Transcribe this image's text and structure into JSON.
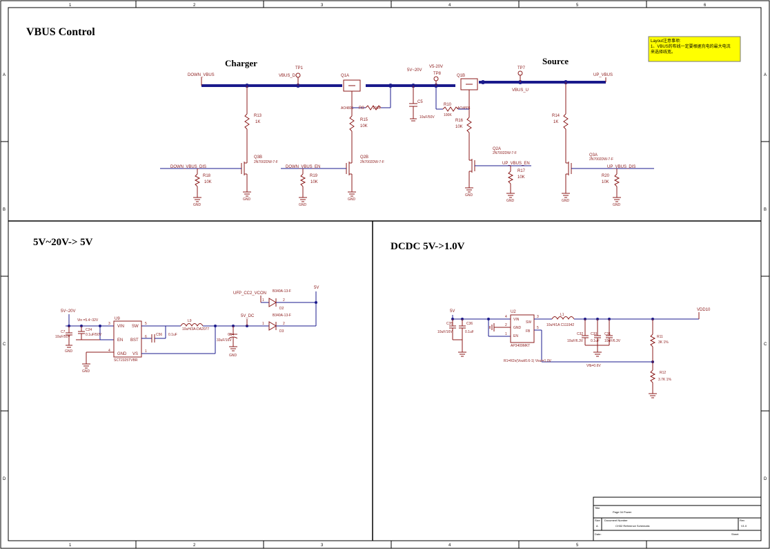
{
  "zones": {
    "cols": [
      "1",
      "2",
      "3",
      "4",
      "5",
      "6"
    ],
    "rows": [
      "A",
      "B",
      "C",
      "D"
    ]
  },
  "sections": {
    "vbus": "VBUS Control",
    "charger": "Charger",
    "source": "Source",
    "boost": "5V~20V-> 5V",
    "dcdc": "DCDC 5V->1.0V"
  },
  "note": {
    "l1": "Layout注意事项:",
    "l2": "1、VBUS的布线一定要根据充电的最大电流",
    "l3": "来选择线宽。"
  },
  "vbus": {
    "down_vbus": "DOWN_VBUS",
    "up_vbus": "UP_VBUS",
    "vbus_d": "VBUS_D",
    "vbus_u": "VBUS_U",
    "v5_20a": "5V~20V",
    "v5_20b": "V5-20V",
    "tp1": "TP1",
    "tp8": "TP8",
    "tp7": "TP7",
    "q1a": "Q1A",
    "q1b": "Q1B",
    "ao": "AO4805",
    "r9": "R9",
    "r9v": "100K",
    "r10": "R10",
    "r10v": "100K",
    "c5": "C5",
    "c5v": "10uF/50V",
    "r13": "R13",
    "r13v": "1K",
    "r15": "R15",
    "r15v": "10K",
    "r16": "R16",
    "r16v": "10K",
    "r14": "R14",
    "r14v": "1K",
    "q3b": "Q3B",
    "q2b": "Q2B",
    "q2a": "Q2A",
    "q3a": "Q3A",
    "qpart": "2N7002DW-7-F",
    "down_dis": "DOWN_VBUS_DIS",
    "down_en": "DOWN_VBUS_EN",
    "up_en": "UP_VBUS_EN",
    "up_dis": "UP_VBUS_DIS",
    "r18": "R18",
    "r19": "R19",
    "r17": "R17",
    "r20": "R20",
    "rv": "10K",
    "gnd": "GND"
  },
  "boost": {
    "vin_net": "5V~20V",
    "vin_range": "Vin =5.4~32V",
    "c7": "C7",
    "c7v": "10uF/50V",
    "c24": "C24",
    "c24v": "0.1uF/50V",
    "u9": "U9",
    "u9p": "SCT2325TVBR",
    "p_vin": "VIN",
    "p_sw": "SW",
    "p_en": "EN",
    "p_bst": "BST",
    "p_gnd": "GND",
    "p_vs": "VS",
    "n3": "3",
    "n5": "5",
    "n6": "6",
    "n4": "4",
    "n1": "1",
    "n2": "2",
    "c56": "C56",
    "c56v": "0.1uF",
    "l9": "L9",
    "l9v": "10uH/3A-DA2077",
    "net_5vdc": "5V_DC",
    "c54": "C54",
    "c54v": "33uF/16V",
    "ufp": "UFP_CC2_VCON",
    "d1": "B340A-13-F",
    "d2": "D2",
    "d3": "D3",
    "net_5v": "5V"
  },
  "dcdc": {
    "net_5v": "5V",
    "u2": "U2",
    "u2p": "AP3409MKT",
    "p_vin": "VIN",
    "p_sw": "SW",
    "p_gnd": "GND",
    "p_en": "EN",
    "p_fb": "FB",
    "n4": "4",
    "n3": "3",
    "n2": "2",
    "n1": "1",
    "n5": "5",
    "c35": "C35",
    "c36": "C36",
    "c35v": "10uF/16V",
    "c36v": "0.1uF",
    "l1": "L1",
    "l1v": "10uH/1A C111942",
    "c32": "C32",
    "c33": "C33",
    "c31": "C31",
    "c32v": "10uF/6.3V",
    "c33v": "0.1uF",
    "c31v": "10uF/6.3V",
    "r11": "R11",
    "r11v": "3K 1%",
    "r12": "R12",
    "r12v": "3.7K 1%",
    "vout_net": "VDD10",
    "vset": "Vfb=0.6V",
    "formula": "R1=R2x(Vout/0.6-1)    Vout=1.0V"
  },
  "titleblock": {
    "title_lbl": "Title",
    "title": "Page 04 Power",
    "size_lbl": "Size",
    "size": "A",
    "doc_lbl": "Document Number",
    "doc": "CH32 Reference Schematic",
    "rev_lbl": "Rev",
    "rev": "V1.0",
    "date_lbl": "Date:",
    "sheet_lbl": "Sheet"
  }
}
